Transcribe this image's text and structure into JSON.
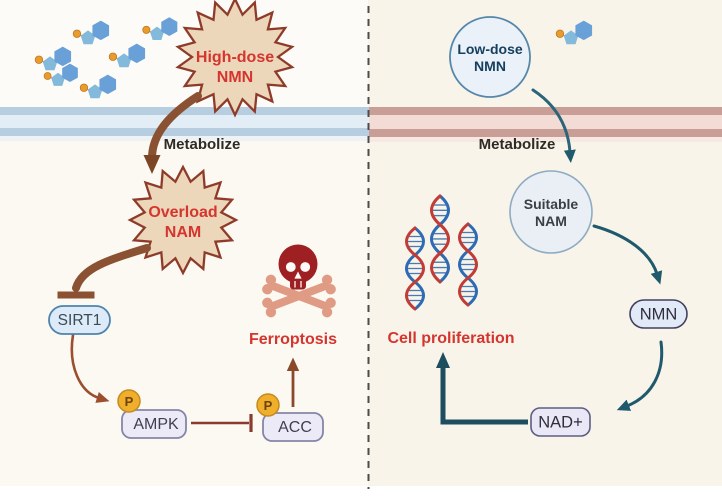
{
  "figure": {
    "left_panel": {
      "stimulus_line1": "High-dose",
      "stimulus_line2": "NMN",
      "membrane_label": "Metabolize",
      "intermediate_line1": "Overload",
      "intermediate_line2": "NAM",
      "node_sirt1": "SIRT1",
      "node_ampk": "AMPK",
      "node_acc": "ACC",
      "phospho_label": "P",
      "outcome_label": "Ferroptosis"
    },
    "right_panel": {
      "stimulus_line1": "Low-dose",
      "stimulus_line2": "NMN",
      "membrane_label": "Metabolize",
      "intermediate_line1": "Suitable",
      "intermediate_line2": "NAM",
      "node_nmn": "NMN",
      "node_nad": "NAD+",
      "outcome_label": "Cell proliferation"
    },
    "icons": {
      "skull": "skull-crossbones-icon",
      "dna": "dna-helix-icon",
      "molecule": "nmn-molecule-icon"
    },
    "colors": {
      "starburst_fill": "#ecd7ba",
      "starburst_border": "#8e3b2a",
      "stimulus_text_red": "#d5352f",
      "brown_arrow": "#8a5233",
      "teal_arrow": "#1f5a6c",
      "membrane_left_stripe": "#b7cde0",
      "membrane_left_mid": "#e3edf5",
      "membrane_right_stripe": "#c99e97",
      "membrane_right_mid": "#f2dcd5",
      "phospho_fill": "#f0af2b",
      "skull_red": "#9e2023",
      "bone_salmon": "#e09b85",
      "dna_red": "#c23b34",
      "dna_blue": "#2d6bb4"
    }
  }
}
